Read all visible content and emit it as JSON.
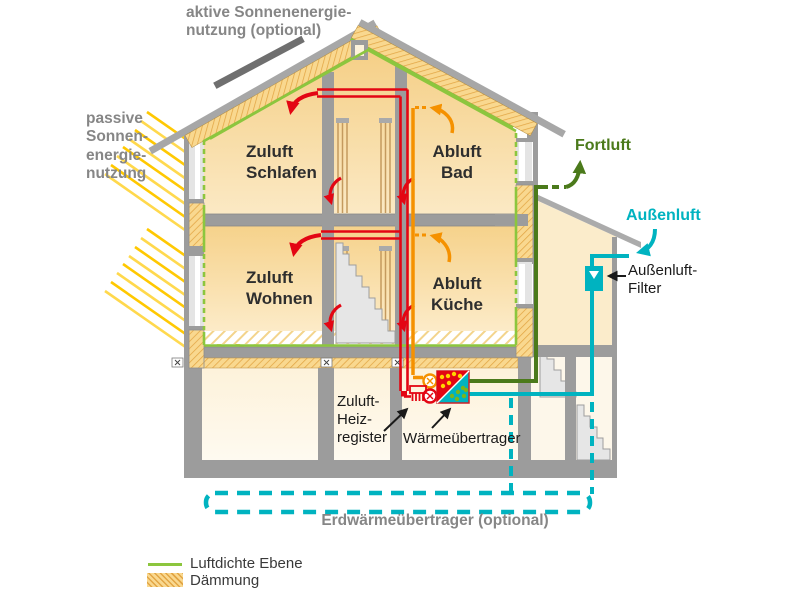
{
  "diagram": {
    "labels": {
      "active_solar": "aktive Sonnenenergie-\nnutzung (optional)",
      "passive_solar": "passive\nSonnen-\nenergie-\nnutzung",
      "supply_bedroom": "Zuluft\nSchlafen",
      "exhaust_bath": "Abluft\nBad",
      "supply_living": "Zuluft\nWohnen",
      "exhaust_kitchen": "Abluft\nKüche",
      "exhaust_air_out": "Fortluft",
      "outdoor_air": "Außenluft",
      "outdoor_air_filter": "Außenluft-\nFilter",
      "supply_heater": "Zuluft-\nHeiz-\nregister",
      "heat_exchanger": "Wärmeübertrager",
      "ground_heat_exchanger": "Erdwärmeübertrager (optional)"
    },
    "legend": {
      "airtight": "Luftdichte Ebene",
      "insulation": "Dämmung"
    },
    "colors": {
      "supply_air_red": "#e30613",
      "exhaust_air_orange": "#f59100",
      "fortluft_green": "#4b7a1b",
      "outdoor_air_cyan": "#00b3c0",
      "airtight_green": "#8cc63e",
      "insulation_yellow": "#f9d88f",
      "insulation_hatch": "#e2a544",
      "structure_gray": "#9c9c9c",
      "sun_yellow": "#ffc800",
      "annotation_gray": "#868686",
      "text_dark": "#2e2e2e"
    }
  }
}
